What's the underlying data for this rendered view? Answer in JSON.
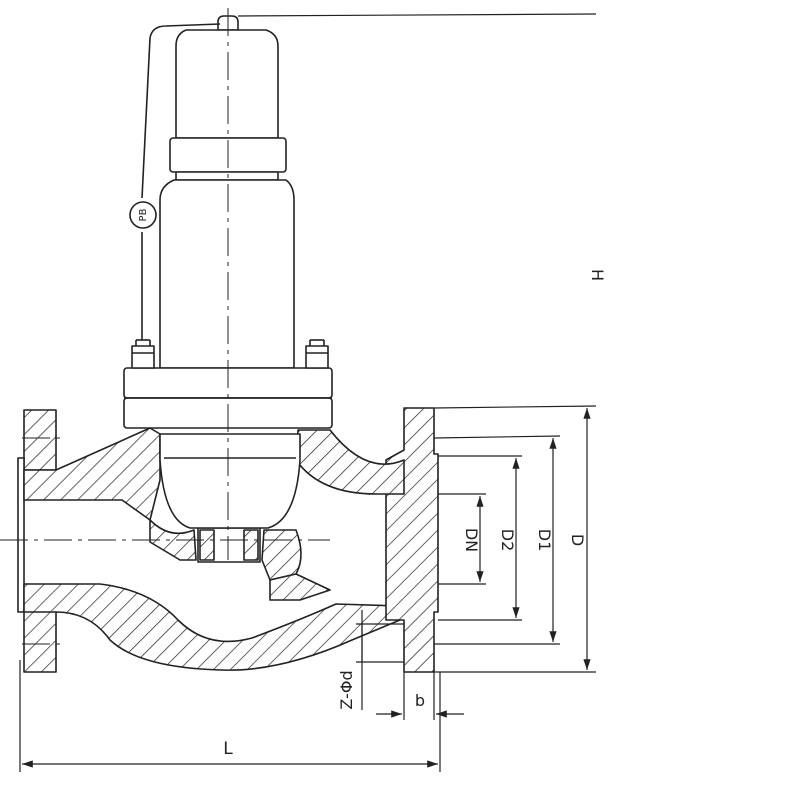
{
  "labels": {
    "dn": "DN",
    "d2": "D2",
    "d1": "D1",
    "d": "D",
    "h": "H",
    "l": "L",
    "b": "b",
    "bolt": "Z-Φd",
    "gauge": "PB"
  },
  "colors": {
    "line": "#222222",
    "background": "#ffffff"
  }
}
